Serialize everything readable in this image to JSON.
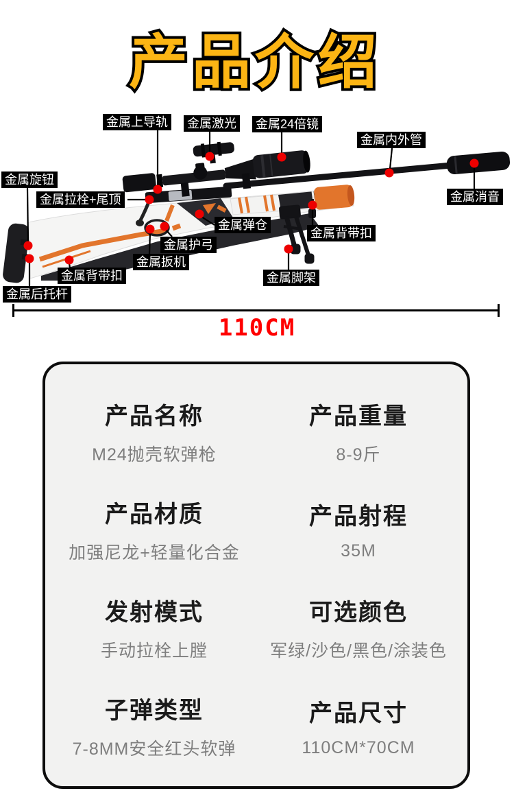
{
  "title": "产品介绍",
  "parts": [
    {
      "label": "金属上导轨"
    },
    {
      "label": "金属激光"
    },
    {
      "label": "金属24倍镜"
    },
    {
      "label": "金属内外管"
    },
    {
      "label": "金属旋钮"
    },
    {
      "label": "金属拉栓+尾顶"
    },
    {
      "label": "金属消音"
    },
    {
      "label": "金属弹仓"
    },
    {
      "label": "金属背带扣"
    },
    {
      "label": "金属护弓"
    },
    {
      "label": "金属扳机"
    },
    {
      "label": "金属背带扣"
    },
    {
      "label": "金属脚架"
    },
    {
      "label": "金属后托杆"
    }
  ],
  "dimension": {
    "total_length": "110CM"
  },
  "specs": [
    {
      "label": "产品名称",
      "value": "M24抛壳软弹枪"
    },
    {
      "label": "产品重量",
      "value": "8-9斤"
    },
    {
      "label": "产品材质",
      "value": "加强尼龙+轻量化合金"
    },
    {
      "label": "产品射程",
      "value": "35M"
    },
    {
      "label": "发射模式",
      "value": "手动拉栓上膛"
    },
    {
      "label": "可选颜色",
      "value": "军绿/沙色/黑色/涂装色"
    },
    {
      "label": "子弹类型",
      "value": "7-8MM安全红头软弹"
    },
    {
      "label": "产品尺寸",
      "value": "110CM*70CM"
    }
  ],
  "colors": {
    "title_yellow": "#FCB514",
    "dimension_red": "#FF0000",
    "marker_red": "#ED0000",
    "gun_orange": "#E2752C",
    "label_bg": "#000000",
    "card_bg": "#F2F2F1"
  }
}
